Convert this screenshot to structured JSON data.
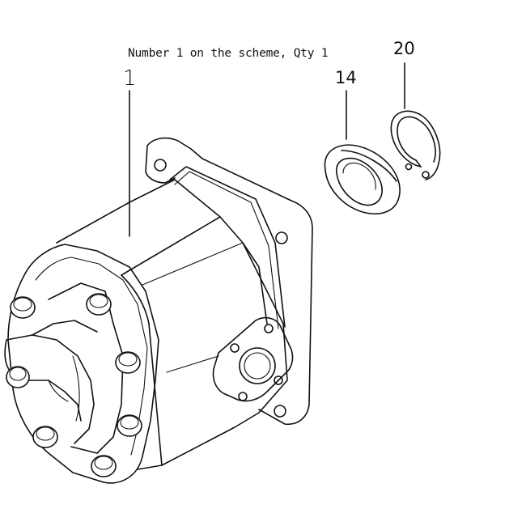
{
  "caption": "Number 1 on the scheme, Qty 1",
  "callouts": {
    "part_1": "1",
    "part_14": "14",
    "part_20": "20"
  },
  "colors": {
    "line": "#111111",
    "background": "#ffffff"
  }
}
